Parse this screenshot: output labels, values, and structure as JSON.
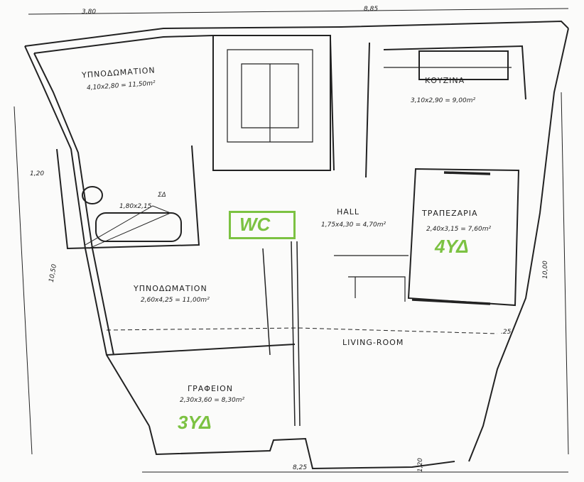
{
  "dimensions": {
    "top_left": "3,80",
    "top_right": "8,85",
    "left_upper": "1,20",
    "left_total": "10,50",
    "right_total": "10,00",
    "bottom_left": "8,25",
    "bottom_right": "1,20",
    "right_small": ".25"
  },
  "rooms": {
    "bedroom1": {
      "name": "ΥΠΝΟΔΩΜΑΤΙΟΝ",
      "area": "4,10x2,80 = 11,50m²"
    },
    "kitchen": {
      "name": "ΚΟΥΖΙΝΑ",
      "area": "3,10x2,90 = 9,00m²"
    },
    "bath": {
      "name": "ΣΔ",
      "area": "1,80x2,15"
    },
    "hall": {
      "name": "HALL",
      "area": "1,75x4,30 = 4,70m²"
    },
    "dining": {
      "name": "ΤΡΑΠΕΖΑΡΙΑ",
      "area": "2,40x3,15 = 7,60m²"
    },
    "bedroom2": {
      "name": "ΥΠΝΟΔΩΜΑΤΙΟΝ",
      "area": "2,60x4,25 = 11,00m²"
    },
    "living": {
      "name": "LIVING-ROOM"
    },
    "office": {
      "name": "ΓΡΑΦΕΙΟΝ",
      "area": "2,30x3,60 = 8,30m²"
    }
  },
  "annotations": {
    "wc": "WC",
    "dining_tag": "4ΥΔ",
    "office_tag": "3ΥΔ"
  },
  "colors": {
    "annotation": "#7cc242",
    "ink": "#222222"
  }
}
